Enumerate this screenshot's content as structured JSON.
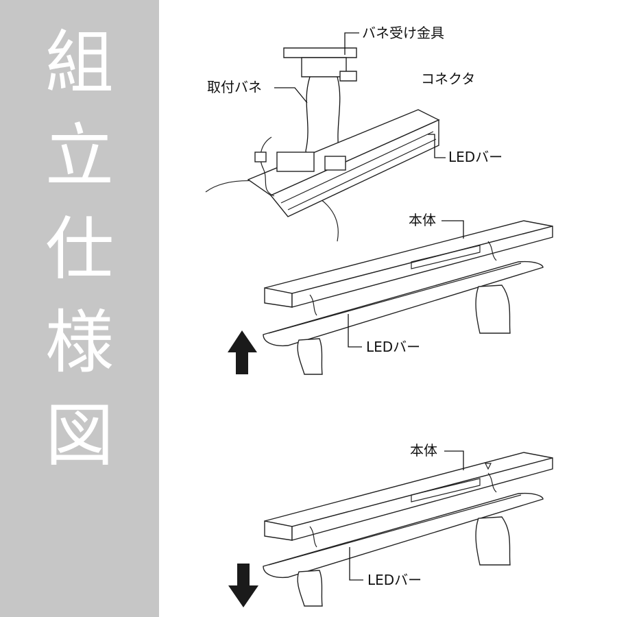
{
  "side_title": [
    "組",
    "立",
    "仕",
    "様",
    "図"
  ],
  "labels": {
    "spring_bracket": "バネ受け金具",
    "mounting_spring": "取付バネ",
    "connector": "コネクタ",
    "led_bar_top": "LEDバー",
    "body_mid": "本体",
    "led_bar_mid": "LEDバー",
    "body_bottom": "本体",
    "led_bar_bottom": "LEDバー"
  },
  "colors": {
    "side_panel": "#c6c6c6",
    "side_text": "#ffffff",
    "arrow": "#1a1a1a"
  },
  "icons": {
    "up": "arrow-up-icon",
    "down": "arrow-down-icon"
  }
}
